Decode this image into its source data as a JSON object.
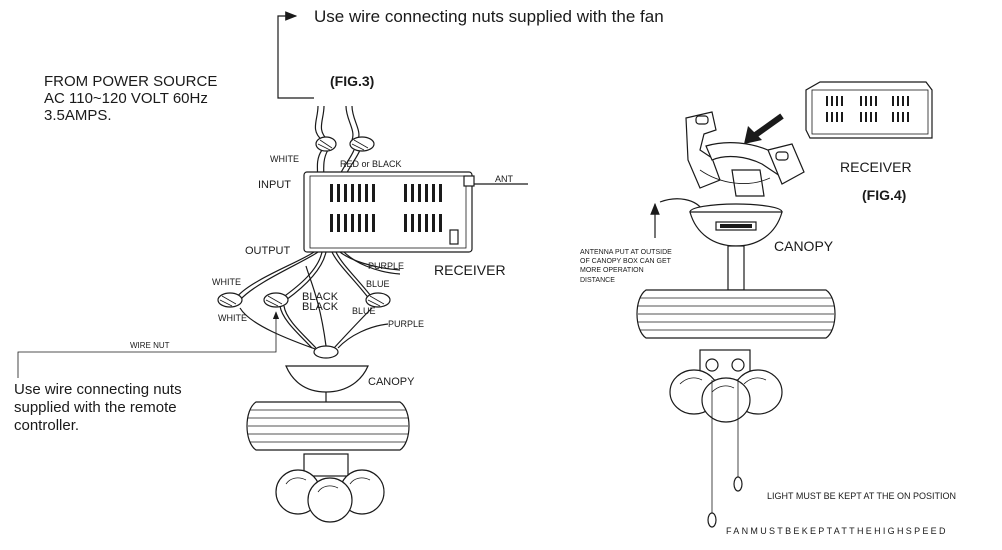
{
  "fig3": {
    "top_note": "Use wire connecting nuts supplied with the fan",
    "power_source": {
      "line1": "FROM POWER SOURCE",
      "line2": "AC 110~120 VOLT 60Hz",
      "line3": "3.5AMPS."
    },
    "title": "(FIG.3)",
    "labels": {
      "white_in": "WHITE",
      "red_black": "RED or BLACK",
      "input": "INPUT",
      "output": "OUTPUT",
      "ant": "ANT",
      "receiver": "RECEIVER",
      "white_out1": "WHITE",
      "white_out2": "WHITE",
      "black1": "BLACK",
      "black2": "BLACK",
      "blue1": "BLUE",
      "blue2": "BLUE",
      "purple1": "PURPLE",
      "purple2": "PURPLE",
      "wire_nut": "WIRE NUT",
      "canopy": "CANOPY"
    },
    "remote_note": {
      "line1": "Use wire connecting nuts",
      "line2": "supplied with the remote",
      "line3": "controller."
    }
  },
  "fig4": {
    "receiver": "RECEIVER",
    "title": "(FIG.4)",
    "canopy": "CANOPY",
    "antenna_note": {
      "line1": "ANTENNA PUT AT OUTSIDE",
      "line2": "OF CANOPY BOX CAN GET",
      "line3": "MORE OPERATION",
      "line4": "DISTANCE"
    },
    "light_note": "LIGHT MUST BE KEPT AT THE ON POSITION",
    "fan_note": "FANMUSTBEKEPTATTHEHIGHSPEED"
  }
}
